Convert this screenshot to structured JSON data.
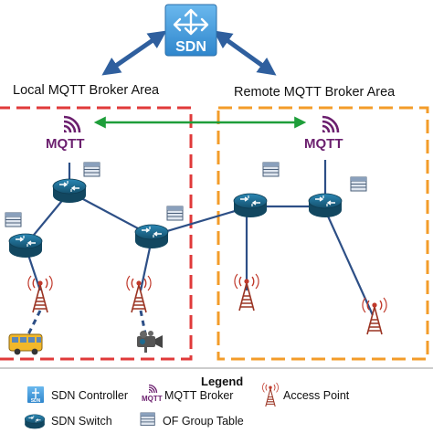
{
  "controller": {
    "label": "SDN"
  },
  "areas": {
    "local": {
      "label": "Local MQTT Broker Area",
      "color": "#e03a3a"
    },
    "remote": {
      "label": "Remote MQTT Broker Area",
      "color": "#f39c2a"
    }
  },
  "brokers": {
    "label": "MQTT"
  },
  "legend": {
    "title": "Legend",
    "items": {
      "sdn_controller": "SDN Controller",
      "mqtt_broker": "MQTT Broker",
      "access_point": "Access Point",
      "sdn_switch": "SDN Switch",
      "of_group_table": "OF Group Table"
    },
    "icons": {
      "sdn_controller": "sdn-controller-icon",
      "mqtt_broker": "mqtt-broker-icon",
      "access_point": "access-point-icon",
      "sdn_switch": "sdn-switch-icon",
      "of_group_table": "of-group-table-icon"
    }
  },
  "colors": {
    "link": "#2d4f86",
    "controller_arrow": "#2f5f9e",
    "broker_link": "#1e9e3a",
    "switch": "#1d6a90",
    "controller": "#3d9be0",
    "tower": "#b93c2a",
    "mqtt": "#6b1f6e"
  }
}
